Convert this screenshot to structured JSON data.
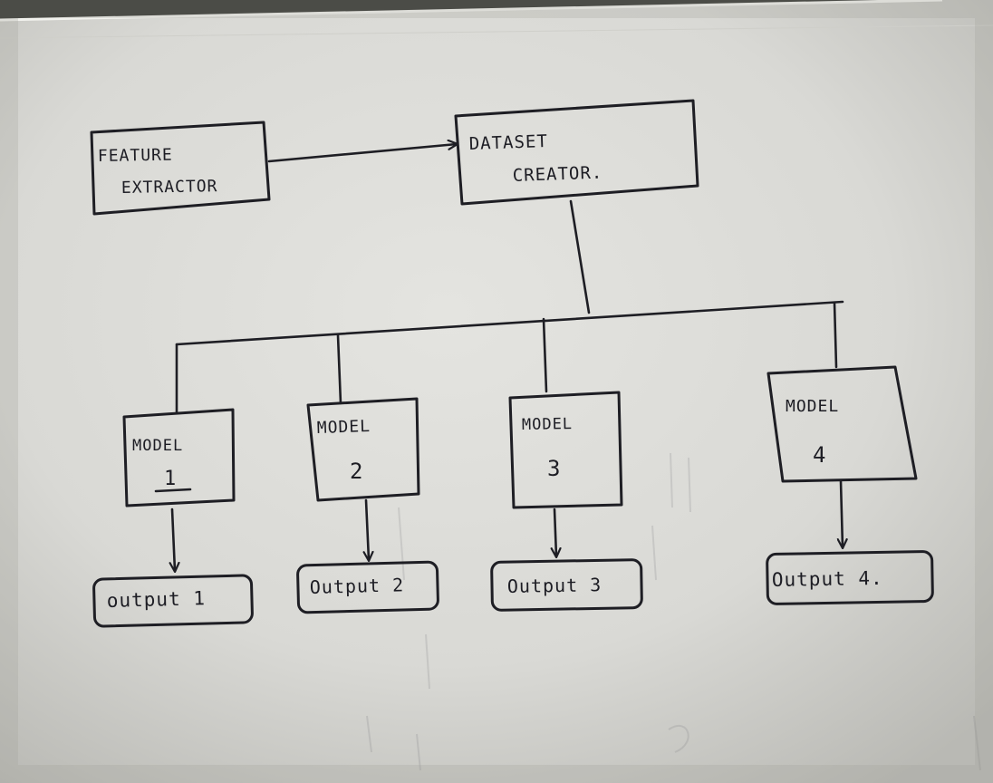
{
  "nodes": {
    "feature_extractor": {
      "line1": "FEATURE",
      "line2": "EXTRACTOR"
    },
    "dataset_creator": {
      "line1": "DATASET",
      "line2": "CREATOR."
    },
    "models": [
      {
        "label": "MODEL",
        "number": "1"
      },
      {
        "label": "MODEL",
        "number": "2"
      },
      {
        "label": "MODEL",
        "number": "3"
      },
      {
        "label": "MODEL",
        "number": "4"
      }
    ],
    "outputs": [
      {
        "label": "output 1"
      },
      {
        "label": "Output 2"
      },
      {
        "label": "Output  3"
      },
      {
        "label": "Output 4."
      }
    ]
  },
  "edges": [
    {
      "from": "FEATURE EXTRACTOR",
      "to": "DATASET CREATOR.",
      "arrow": true
    },
    {
      "from": "DATASET CREATOR.",
      "to": "MODEL 1",
      "arrow": false
    },
    {
      "from": "DATASET CREATOR.",
      "to": "MODEL 2",
      "arrow": false
    },
    {
      "from": "DATASET CREATOR.",
      "to": "MODEL 3",
      "arrow": false
    },
    {
      "from": "DATASET CREATOR.",
      "to": "MODEL 4",
      "arrow": false
    },
    {
      "from": "MODEL 1",
      "to": "output 1",
      "arrow": true
    },
    {
      "from": "MODEL 2",
      "to": "Output 2",
      "arrow": true
    },
    {
      "from": "MODEL 3",
      "to": "Output  3",
      "arrow": true
    },
    {
      "from": "MODEL 4",
      "to": "Output 4.",
      "arrow": true
    }
  ],
  "colors": {
    "paper": "#dededa",
    "ink": "#1e1e24",
    "background": "#2f302c"
  }
}
